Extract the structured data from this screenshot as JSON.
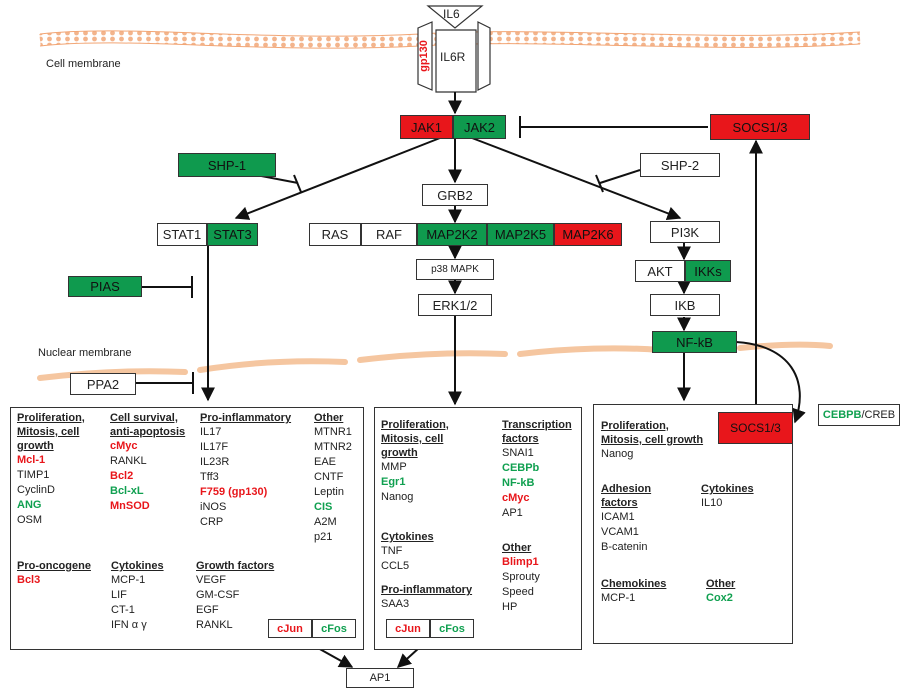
{
  "labels": {
    "il6": "IL6",
    "il6r": "IL6R",
    "gp130": "gp130",
    "cell_membrane": "Cell membrane",
    "nuclear_membrane": "Nuclear membrane"
  },
  "nodes": {
    "jak1": "JAK1",
    "jak2": "JAK2",
    "socs13": "SOCS1/3",
    "shp1": "SHP-1",
    "shp2": "SHP-2",
    "grb2": "GRB2",
    "stat1": "STAT1",
    "stat3": "STAT3",
    "ras": "RAS",
    "raf": "RAF",
    "map2k2": "MAP2K2",
    "map2k5": "MAP2K5",
    "map2k6": "MAP2K6",
    "pi3k": "PI3K",
    "p38": "p38 MAPK",
    "akt": "AKT",
    "ikks": "IKKs",
    "pias": "PIAS",
    "erk": "ERK1/2",
    "ikb": "IKB",
    "nfkb": "NF-kB",
    "ppa2": "PPA2",
    "socs13_nuc": "SOCS1/3",
    "cebpb": "CEBPB",
    "creb": "/CREB",
    "cjun1": "cJun",
    "cfos1": "cFos",
    "cjun2": "cJun",
    "cfos2": "cFos",
    "ap1": "AP1"
  },
  "panel1": {
    "prolif_h": [
      "Proliferation,",
      "Mitosis, cell",
      "growth"
    ],
    "prolif": [
      "Mcl-1",
      "TIMP1",
      "CyclinD",
      "ANG",
      "OSM"
    ],
    "survival_h": [
      "Cell survival,",
      "anti-apoptosis"
    ],
    "survival": [
      "cMyc",
      "RANKL",
      "Bcl2",
      "Bcl-xL",
      "MnSOD"
    ],
    "proinf_h": "Pro-inflammatory",
    "proinf": [
      "IL17",
      "IL17F",
      "IL23R",
      "Tff3",
      "F759 (gp130)",
      "iNOS",
      "CRP"
    ],
    "other_h": "Other",
    "other": [
      "MTNR1",
      "MTNR2",
      "EAE",
      "CNTF",
      "Leptin",
      "CIS",
      "A2M",
      "p21"
    ],
    "oncogene_h": "Pro-oncogene",
    "oncogene": [
      "Bcl3"
    ],
    "cyto_h": "Cytokines",
    "cyto": [
      "MCP-1",
      "LIF",
      "CT-1",
      "IFN α γ"
    ],
    "growth_h": "Growth factors",
    "growth": [
      "VEGF",
      "GM-CSF",
      "EGF",
      "RANKL"
    ]
  },
  "panel2": {
    "prolif_h": [
      "Proliferation,",
      "Mitosis, cell",
      "growth"
    ],
    "prolif": [
      "MMP",
      "Egr1",
      "Nanog"
    ],
    "tf_h": [
      "Transcription",
      "factors"
    ],
    "tf": [
      "SNAI1",
      "CEBPb",
      "NF-kB",
      "cMyc",
      "AP1"
    ],
    "cyto_h": "Cytokines",
    "cyto": [
      "TNF",
      "CCL5"
    ],
    "proinf_h": "Pro-inflammatory",
    "proinf": [
      "SAA3"
    ],
    "other_h": "Other",
    "other": [
      "Blimp1",
      "Sprouty",
      "Speed",
      "HP"
    ]
  },
  "panel3": {
    "prolif_h": [
      "Proliferation,",
      "Mitosis, cell growth"
    ],
    "prolif": [
      "Nanog"
    ],
    "adhesion_h": [
      "Adhesion",
      "factors"
    ],
    "adhesion": [
      "ICAM1",
      "VCAM1",
      "B-catenin"
    ],
    "cyto_h": "Cytokines",
    "cyto": [
      "IL10"
    ],
    "chemo_h": "Chemokines",
    "chemo": [
      "MCP-1"
    ],
    "other_h": "Other",
    "other": [
      "Cox2"
    ]
  },
  "colors": {
    "green": "#0f9a4e",
    "red": "#e8161b",
    "membrane": "#f0a070"
  },
  "highlight": {
    "red": [
      "Mcl-1",
      "cMyc",
      "Bcl2",
      "MnSOD",
      "F759 (gp130)",
      "Bcl3",
      "Blimp1"
    ],
    "green": [
      "ANG",
      "Bcl-xL",
      "CIS",
      "Egr1",
      "CEBPb",
      "NF-kB",
      "Cox2"
    ]
  }
}
